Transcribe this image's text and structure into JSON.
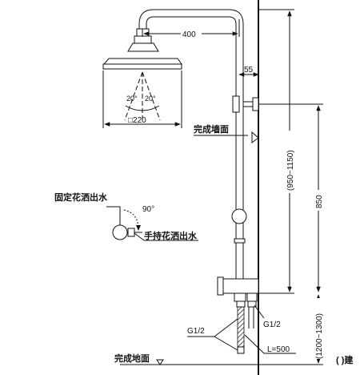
{
  "dimensions": {
    "arm_length": "400",
    "wall_offset": "55",
    "spray_angle_left": "20°",
    "spray_angle_right": "20°",
    "head_size": "□220",
    "vertical_range": "(950~1150)",
    "riser_height": "850",
    "inlet_height": "(1200~1300)",
    "hose_length": "L=500",
    "handle_angle": "90°"
  },
  "labels": {
    "finished_wall": "完成墙面",
    "finished_floor": "完成地面",
    "fixed_shower_outlet": "固定花洒出水",
    "hand_shower_outlet": "手持花洒出水",
    "inlet_left": "G1/2",
    "inlet_right": "G1/2",
    "suggestion": "(   )建"
  }
}
